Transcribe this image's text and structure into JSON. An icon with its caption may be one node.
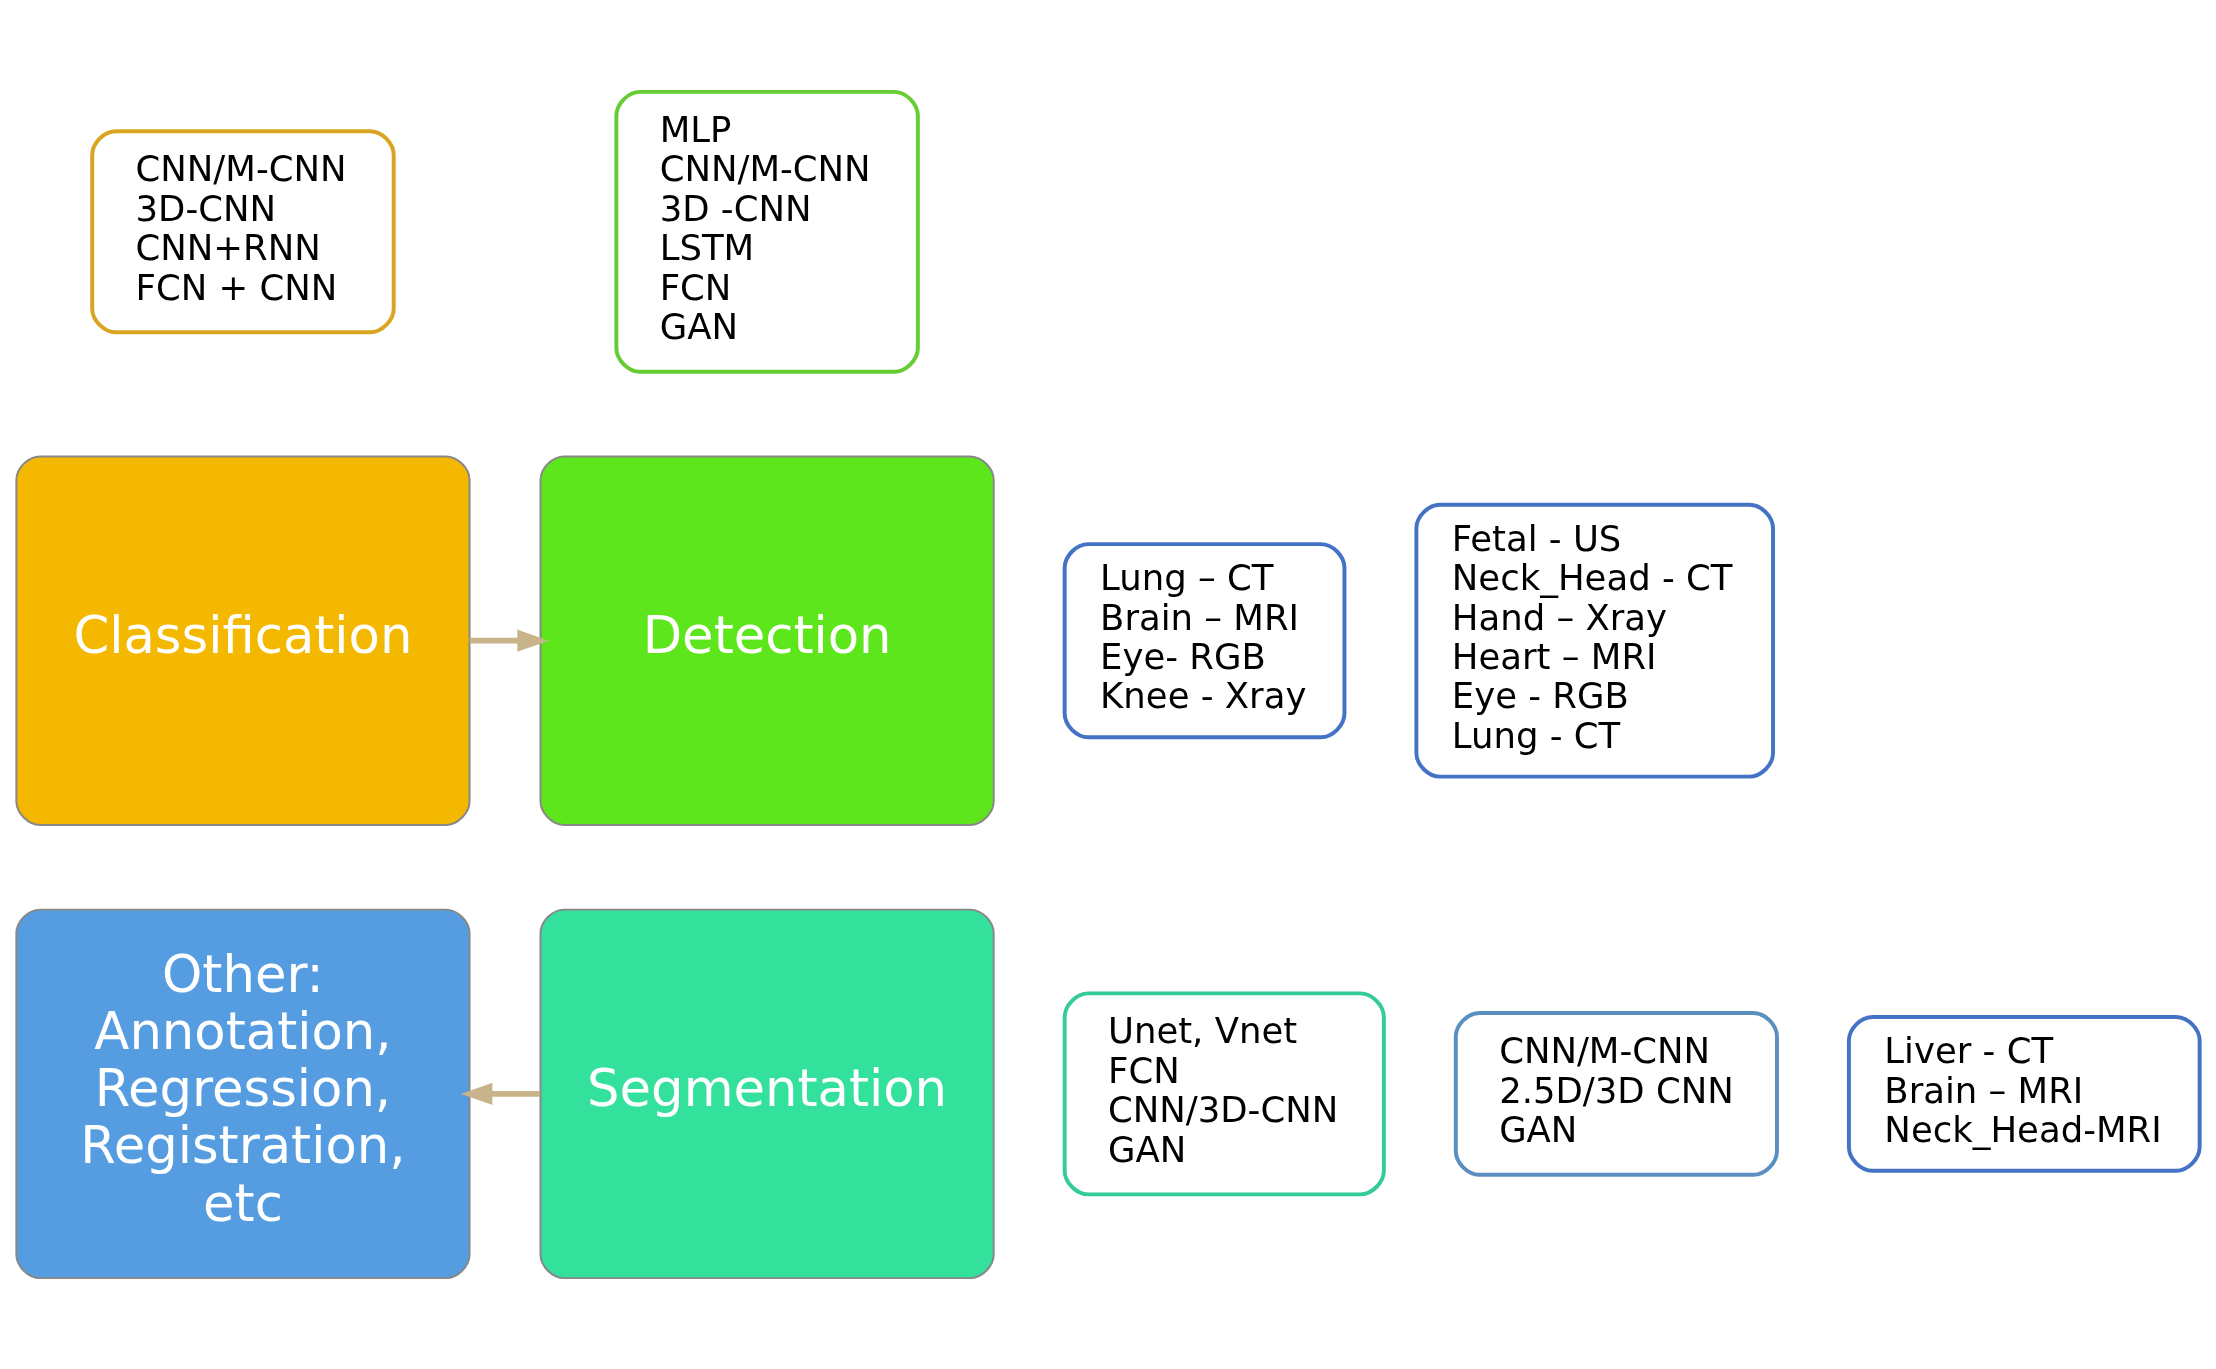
{
  "diagram": {
    "nodes": [
      {
        "text": [
          "CNN/M-CNN",
          "3D-CNN",
          "CNN+RNN",
          "FCN + CNN"
        ]
      },
      {
        "text": [
          "Lung – CT",
          "Brain – MRI",
          "Eye- RGB",
          "Knee - Xray"
        ]
      },
      {
        "text": [
          "MLP",
          "CNN/M-CNN",
          "3D -CNN",
          "LSTM",
          "FCN",
          "GAN"
        ]
      },
      {
        "text": [
          "Classification"
        ]
      },
      {
        "text": [
          "Detection"
        ]
      },
      {
        "text": [
          "Fetal - US",
          "Neck_Head - CT",
          "Hand – Xray",
          "Heart – MRI",
          "Eye - RGB",
          "Lung - CT"
        ]
      },
      {
        "text": [
          "Other: Annotation, Regression, Registration, etc"
        ]
      },
      {
        "text": [
          "Segmentation"
        ]
      },
      {
        "text": [
          "CNN/M-CNN",
          "2.5D/3D CNN",
          "GAN"
        ]
      },
      {
        "text": [
          "Unet, Vnet",
          "FCN",
          "CNN/3D-CNN",
          "GAN"
        ]
      },
      {
        "text": [
          "Liver - CT",
          "Brain – MRI",
          "Neck_Head-MRI"
        ]
      }
    ],
    "edges": [
      {
        "from": 3,
        "to": 4,
        "arrow": "to"
      },
      {
        "from": 7,
        "to": 6,
        "arrow": "to"
      }
    ]
  }
}
